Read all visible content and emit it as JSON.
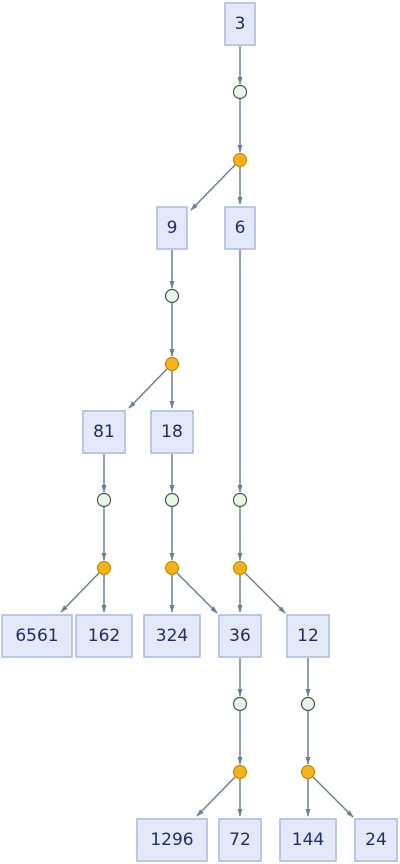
{
  "nodes": {
    "n3": "3",
    "n9": "9",
    "n6": "6",
    "n81": "81",
    "n18": "18",
    "n6561": "6561",
    "n162": "162",
    "n324": "324",
    "n36": "36",
    "n12": "12",
    "n1296": "1296",
    "n72": "72",
    "n144": "144",
    "n24": "24"
  },
  "colors": {
    "node_fill": "#e3e9f8",
    "node_border": "#a9b9e6",
    "node_text": "#1f2d6b",
    "edge": "#6b7f9e",
    "split_dot": "#e6f7e6",
    "branch_dot": "#f5b21a"
  }
}
